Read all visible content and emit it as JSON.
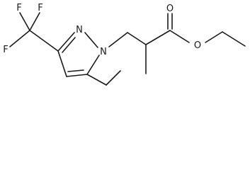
{
  "molecule": {
    "atoms": {
      "f1": "F",
      "f2": "F",
      "f3": "F",
      "n1": "N",
      "n2": "N",
      "o_carbonyl": "O",
      "o_ester": "O"
    },
    "colors": {
      "bond": "#1a1a1a",
      "background": "#ffffff"
    }
  }
}
